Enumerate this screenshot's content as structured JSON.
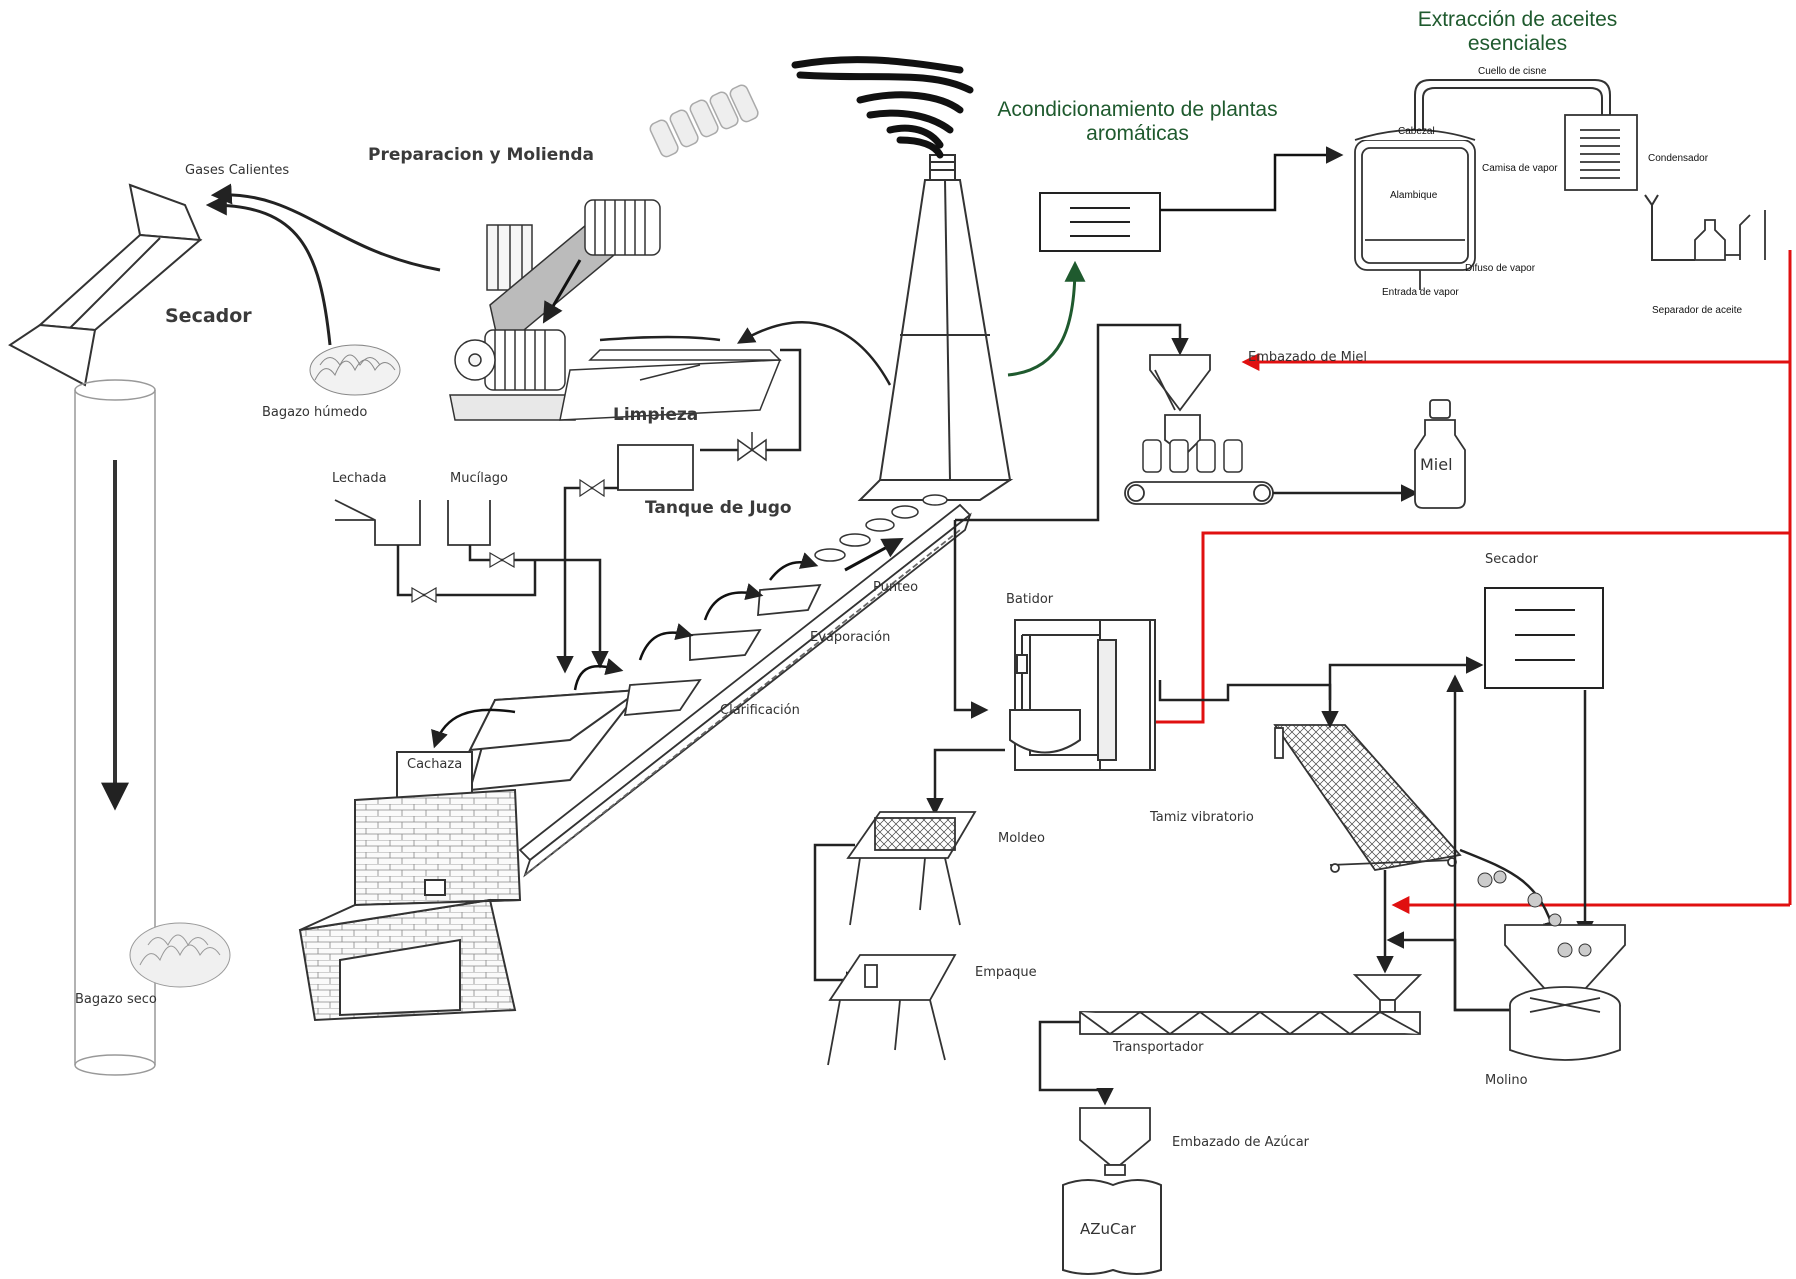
{
  "labels": {
    "gases_calientes": "Gases Calientes",
    "secador_left": "Secador",
    "bagazo_humedo": "Bagazo húmedo",
    "bagazo_seco": "Bagazo seco",
    "preparacion_molienda": "Preparacion y Molienda",
    "limpieza": "Limpieza",
    "tanque_jugo": "Tanque de Jugo",
    "lechada": "Lechada",
    "mucilago": "Mucílago",
    "cachaza": "Cachaza",
    "punteo": "Punteo",
    "evaporacion": "Evaporación",
    "clarificacion": "Clarificación",
    "acondicionamiento": "Acondicionamiento de plantas aromáticas",
    "extraccion": "Extracción de aceites esenciales",
    "cuello_cisne": "Cuello de cisne",
    "cabezal": "Cabezal",
    "camisa_vapor": "Camisa de vapor",
    "condensador": "Condensador",
    "alambique": "Alambique",
    "difuso_vapor": "Difuso de vapor",
    "entrada_vapor": "Entrada de vapor",
    "separador_aceite": "Separador de aceite",
    "embazado_miel": "Embazado de Miel",
    "miel": "Miel",
    "secador_right": "Secador",
    "batidor": "Batidor",
    "tamiz": "Tamiz vibratorio",
    "moldeo": "Moldeo",
    "empaque": "Empaque",
    "transportador": "Transportador",
    "molino": "Molino",
    "embazado_azucar": "Embazado de Azúcar",
    "azucar": "AZuCar"
  },
  "colors": {
    "line": "#222222",
    "red_arrow": "#e01010",
    "green": "#1f5a2e",
    "brick": "#bbbbbb",
    "smoke": "#111111"
  }
}
